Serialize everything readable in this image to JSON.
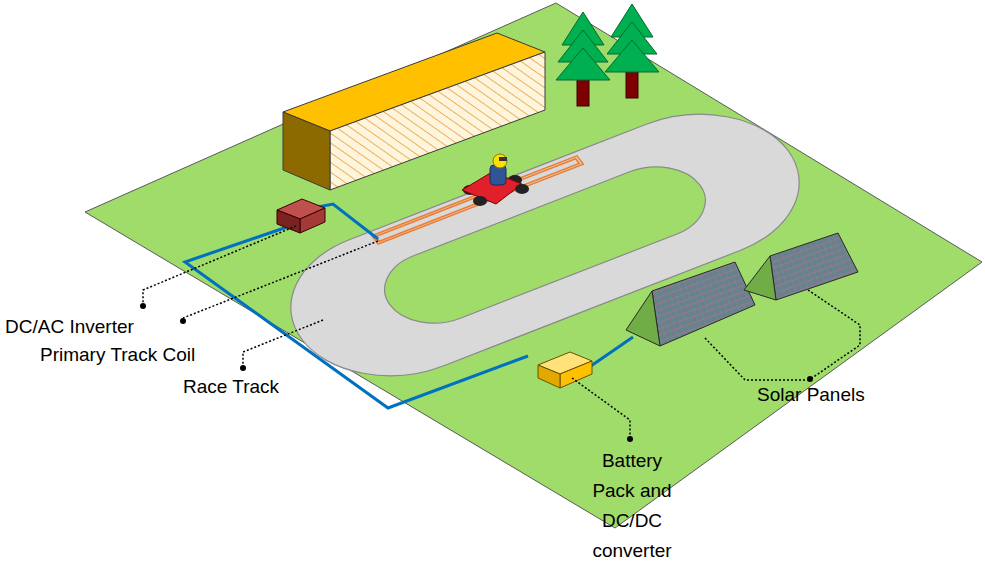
{
  "diagram": {
    "labels": [
      "DC/AC Inverter",
      "Primary Track Coil",
      "Race Track",
      "Battery Pack and DC/DC converter",
      "Solar Panels"
    ]
  }
}
